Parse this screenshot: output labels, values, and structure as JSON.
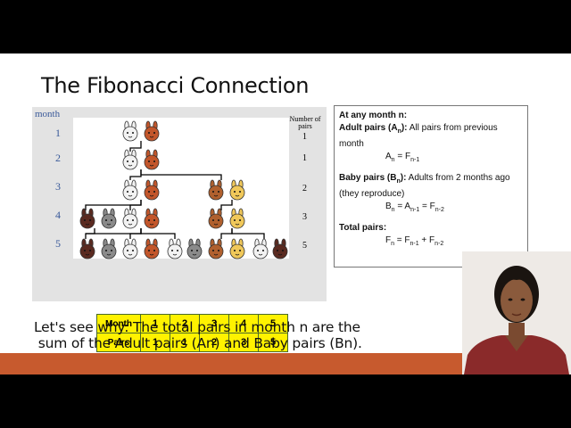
{
  "slide": {
    "title": "The Fibonacci Connection",
    "figure": {
      "month_header": "month",
      "months": [
        "1",
        "2",
        "3",
        "4",
        "5"
      ],
      "pairs_header": "Number of pairs",
      "pairs": [
        "1",
        "1",
        "2",
        "3",
        "5"
      ],
      "table": {
        "row1_label": "Month",
        "row1": [
          "1",
          "2",
          "3",
          "4",
          "5"
        ],
        "row2_label": "Pairs",
        "row2": [
          "1",
          "1",
          "2",
          "3",
          "5"
        ]
      },
      "colors": {
        "table_bg": "#fff200",
        "month_label": "#3a5a9a",
        "adult_rabbit": "#c2562b",
        "baby_rabbit": "#f2f2f2"
      }
    },
    "box": {
      "line1": "At any month n:",
      "adult_title": "Adult pairs (A",
      "adult_sub": "n",
      "adult_title_end": "):",
      "adult_desc": " All pairs from previous month",
      "adult_eq_a": "A",
      "adult_eq_a_sub": "n",
      "adult_eq_mid": " = F",
      "adult_eq_f_sub": "n-1",
      "baby_title": "Baby pairs (B",
      "baby_sub": "n",
      "baby_title_end": "):",
      "baby_desc": " Adults from 2 months ago (they reproduce)",
      "baby_eq_b": "B",
      "baby_eq_b_sub": "n",
      "baby_eq_mid": " = A",
      "baby_eq_a_sub": "n-1",
      "baby_eq_mid2": " = F",
      "baby_eq_f_sub": "n-2",
      "total_title": "Total pairs:",
      "total_eq_f": "F",
      "total_eq_f_sub": "n",
      "total_eq_mid": " = F",
      "total_eq_f1_sub": "n-1",
      "total_eq_plus": " + F",
      "total_eq_f2_sub": "n-2"
    },
    "caption_line1": "Let's see why: The total pairs in month n are the",
    "caption_line2": " sum of the Adult pairs (An) and Baby pairs (Bn).",
    "colors": {
      "bottom_bar": "#c75a2e"
    }
  }
}
